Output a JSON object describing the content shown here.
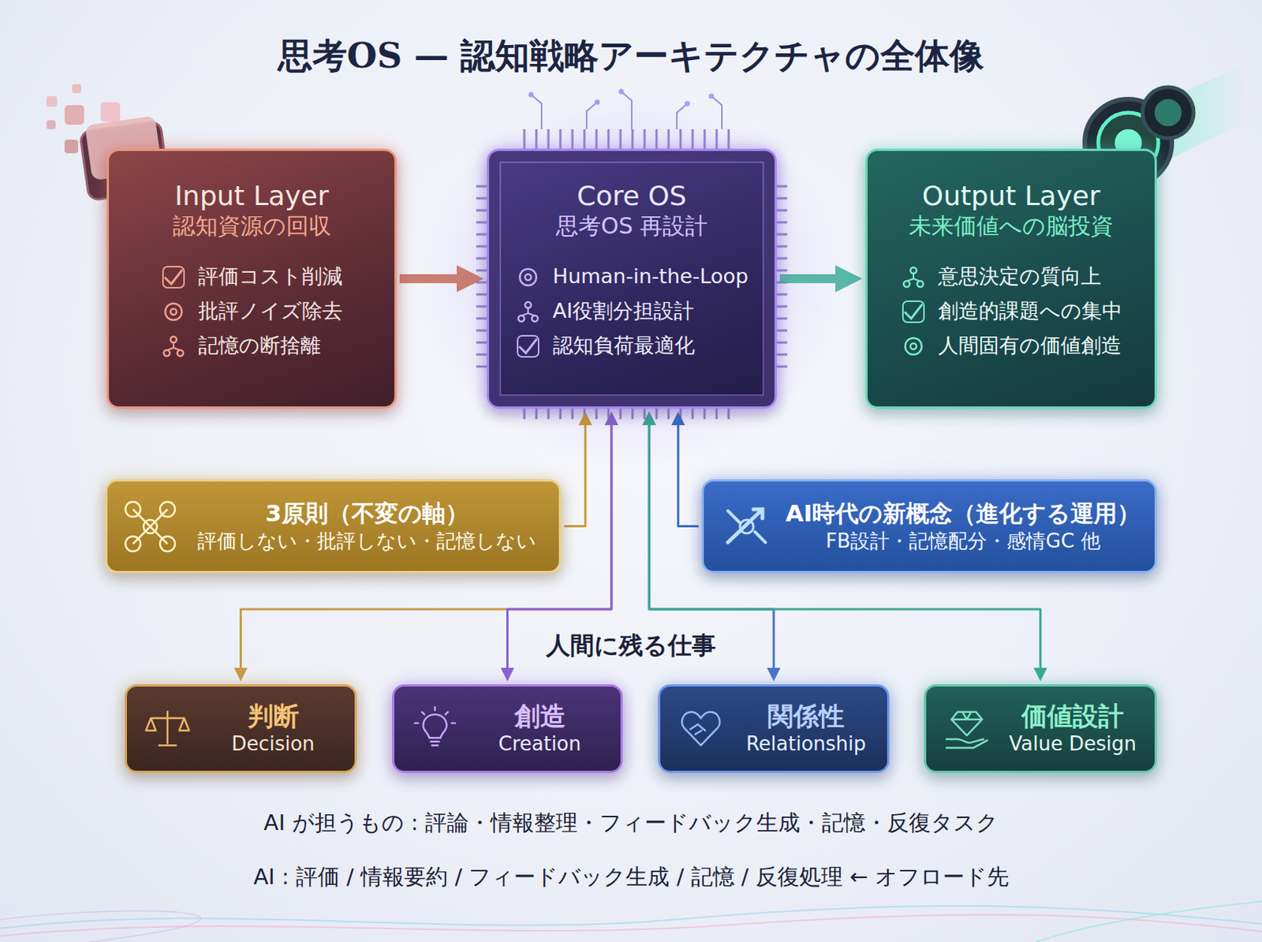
{
  "diagram": {
    "title": "思考OS — 認知戦略アーキテクチャの全体像",
    "nodes": [
      {
        "text": [
          "Input Layer",
          "認知資源の回収",
          "評価コスト削減",
          "批評ノイズ除去",
          "記憶の断捨離"
        ]
      },
      {
        "text": [
          "Core OS",
          "思考OS 再設計",
          "Human-in-the-Loop",
          "AI役割分担設計",
          "認知負荷最適化"
        ]
      },
      {
        "text": [
          "Output Layer",
          "未来価値への脳投資",
          "意思決定の質向上",
          "創造的課題への集中",
          "人間固有の価値創造"
        ]
      },
      {
        "text": [
          "3原則（不変の軸）",
          "評価しない・批評しない・記憶しない"
        ]
      },
      {
        "text": [
          "AI時代の新概念（進化する運用）",
          "FB設計・記憶配分・感情GC 他"
        ]
      },
      {
        "text": [
          "判断",
          "Decision"
        ]
      },
      {
        "text": [
          "創造",
          "Creation"
        ]
      },
      {
        "text": [
          "関係性",
          "Relationship"
        ]
      },
      {
        "text": [
          "価値設計",
          "Value Design"
        ]
      }
    ],
    "edges": [
      {
        "from": 0,
        "to": 1,
        "arrow": "to"
      },
      {
        "from": 1,
        "to": 2,
        "arrow": "to"
      },
      {
        "from": 3,
        "to": 1,
        "arrow": "to"
      },
      {
        "from": 4,
        "to": 1,
        "arrow": "to"
      },
      {
        "from": 1,
        "to": 5,
        "arrow": "both"
      },
      {
        "from": 1,
        "to": 6,
        "arrow": "both"
      },
      {
        "from": 1,
        "to": 7,
        "arrow": "both"
      },
      {
        "from": 1,
        "to": 8,
        "arrow": "both"
      }
    ],
    "labels": [
      "人間に残る仕事",
      "AI が担うもの : 評論・情報整理・フィードバック生成・記憶・反復タスク",
      "AI : 評価 / 情報要約 / フィードバック生成 / 記憶 / 反復処理 ← オフロード先"
    ]
  }
}
